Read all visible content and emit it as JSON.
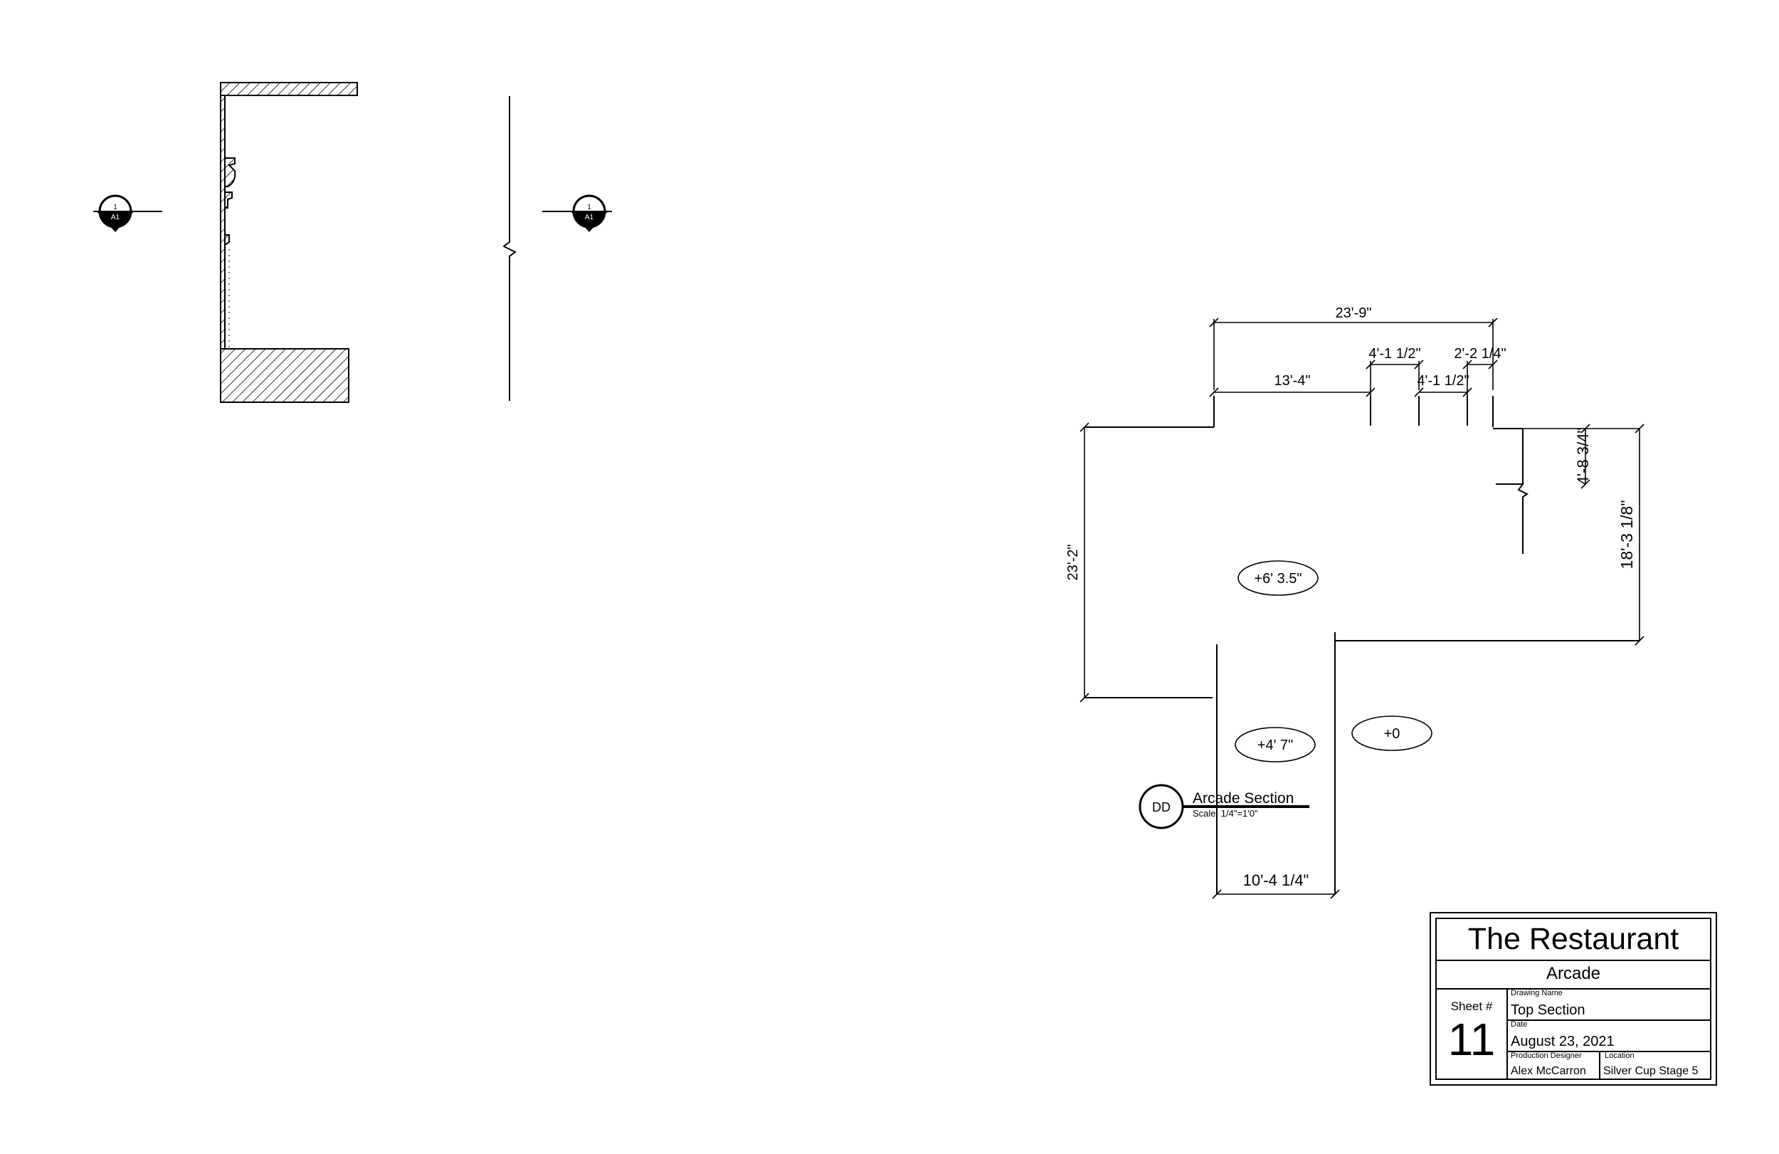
{
  "markers": {
    "section_marker_left": {
      "top": "1",
      "bottom": "A1"
    },
    "section_marker_right": {
      "top": "1",
      "bottom": "A1"
    }
  },
  "dimensions": {
    "overall_top": "23'-9\"",
    "segment_left": "13'-4\"",
    "segment_upper_a": "4'-1 1/2\"",
    "segment_lower_a": "4'-1 1/2\"",
    "segment_right": "2'-2 1/4\"",
    "left_height": "23'-2\"",
    "right_upper_height": "4'-8 3/4\"",
    "right_height": "18'-3 1/8\"",
    "bottom_width": "10'-4 1/4\""
  },
  "elevations": {
    "upper": "+6' 3.5\"",
    "lower_left": "+4' 7\"",
    "lower_right": "+0"
  },
  "callout": {
    "id": "DD",
    "title": "Arcade Section",
    "scale": "Scale: 1/4\"=1'0\""
  },
  "title_block": {
    "project": "The Restaurant",
    "set": "Arcade",
    "sheet_label": "Sheet #",
    "sheet_number": "11",
    "drawing_name_label": "Drawing Name",
    "drawing_name": "Top Section",
    "date_label": "Date",
    "date": "August 23, 2021",
    "designer_label": "Production Designer",
    "designer": "Alex McCarron",
    "location_label": "Location",
    "location": "Silver Cup Stage 5"
  }
}
